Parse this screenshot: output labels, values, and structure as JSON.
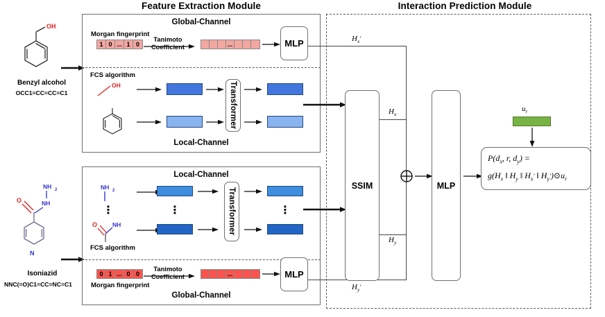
{
  "titles": {
    "left_module": "Feature Extraction Module",
    "right_module": "Interaction Prediction Module"
  },
  "drugs": [
    {
      "id": "drug-x",
      "name": "Benzyl alcohol",
      "smiles": "OCC1=CC=CC=C1",
      "atom_labels": [
        "OH"
      ]
    },
    {
      "id": "drug-y",
      "name": "Isoniazid",
      "smiles": "NNC(=O)C1=CC=NC=C1",
      "atom_labels": [
        "NH2",
        "NH",
        "O",
        "N"
      ]
    }
  ],
  "top_panel": {
    "global_channel_label": "Global-Channel",
    "local_channel_label": "Local-Channel",
    "fingerprint_label": "Morgan fingerprint",
    "fingerprint_bits": [
      "1",
      "0",
      "...",
      "1",
      "0"
    ],
    "similarity_label_line1": "Tanimoto",
    "similarity_label_line2": "Coefficient",
    "similarity_vector_cells": [
      "",
      "",
      "",
      "...",
      "",
      "",
      ""
    ],
    "mlp_label": "MLP",
    "fcs_label": "FCS algorithm",
    "transformer_label": "Transformer",
    "fragment_labels": [
      "OH",
      ""
    ],
    "bar_colors": [
      "#4477dd",
      "#8ab4f0"
    ]
  },
  "bottom_panel": {
    "local_channel_label": "Local-Channel",
    "global_channel_label": "Global-Channel",
    "fingerprint_label": "Morgan fingerprint",
    "fingerprint_bits": [
      "0",
      "1",
      "...",
      "0",
      "0"
    ],
    "similarity_label_line1": "Tanimoto",
    "similarity_label_line2": "Coefficient",
    "similarity_vector_cells": [
      "",
      "",
      "",
      "...",
      "",
      "",
      ""
    ],
    "mlp_label": "MLP",
    "fcs_label": "FCS algorithm",
    "transformer_label": "Transformer",
    "fragment_labels": [
      "NH2",
      "NH"
    ],
    "ellipsis": "⋮",
    "bar_colors": [
      "#3d8ede",
      "#2166c4"
    ]
  },
  "interaction": {
    "ssim_label": "SSIM",
    "mlp_label": "MLP",
    "sum_symbol": "⊕",
    "relation_vector_label": "u_r",
    "relation_vector_color": "#78b443",
    "embeddings": {
      "hx_prime": "H'x",
      "hx": "Hx",
      "hy": "Hy",
      "hy_prime": "H'y"
    },
    "formula_line1": "P(dx, r, dy) =",
    "formula_line2": "g(Hx ‖ Hy ‖ H'x ‖ H'y)⊙ur"
  },
  "colors": {
    "fingerprint_light_red": "#f4a6a0",
    "fingerprint_red": "#f9554e",
    "box_stroke": "#6f6f6f",
    "dash_stroke": "#585858",
    "arrow": "#1a1a1a"
  }
}
